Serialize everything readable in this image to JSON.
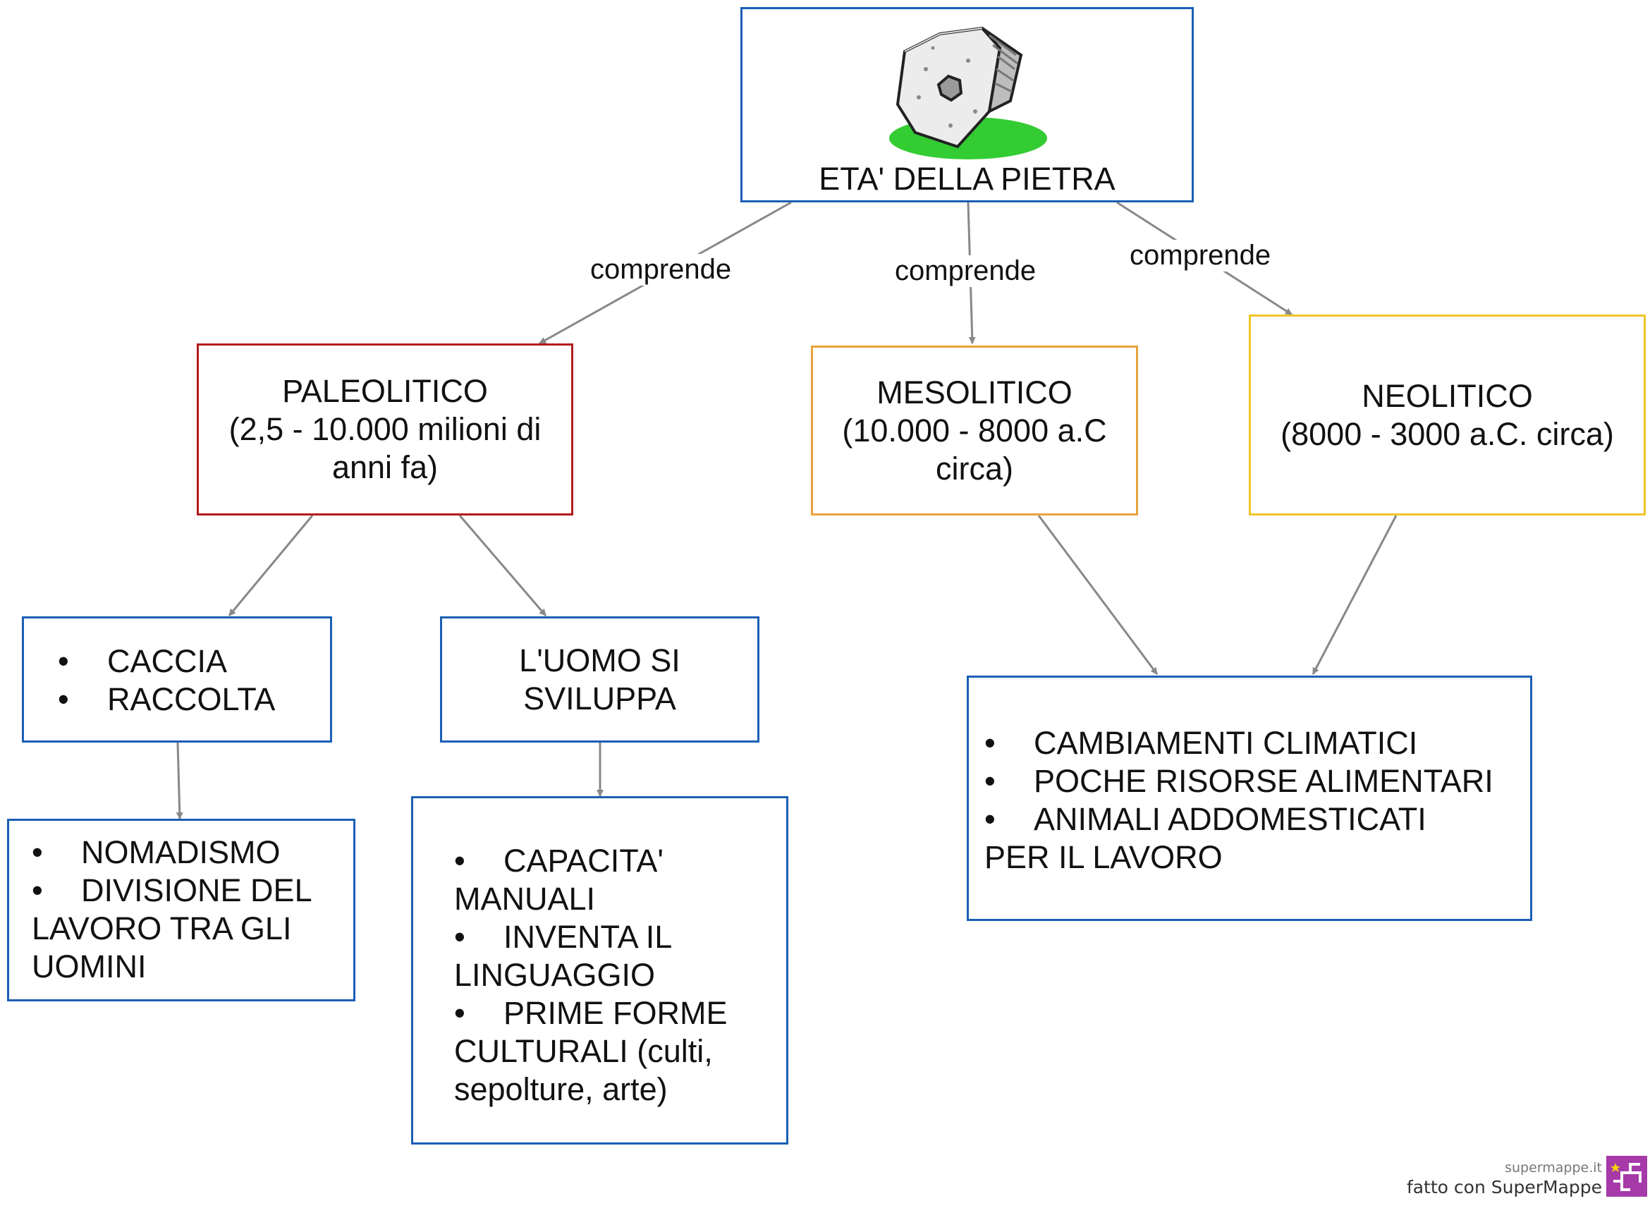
{
  "root": {
    "title": "ETA' DELLA PIETRA"
  },
  "edge_labels": [
    "comprende",
    "comprende",
    "comprende"
  ],
  "periods": [
    {
      "lines": [
        "PALEOLITICO",
        "(2,5 - 10.000 milioni di",
        "anni fa)"
      ]
    },
    {
      "lines": [
        "MESOLITICO",
        "(10.000 - 8000 a.C",
        "circa)"
      ]
    },
    {
      "lines": [
        "NEOLITICO",
        "(8000 - 3000 a.C. circa)"
      ]
    }
  ],
  "activities": {
    "items": [
      "CACCIA",
      "RACCOLTA"
    ],
    "bullet": "•"
  },
  "development": {
    "lines": [
      "L'UOMO SI",
      "SVILUPPA"
    ]
  },
  "nomadism": {
    "lines": [
      {
        "bullet": "•",
        "text": "NOMADISMO"
      },
      {
        "bullet": "•",
        "text": "DIVISIONE DEL"
      },
      {
        "bullet": "",
        "text": "LAVORO TRA GLI"
      },
      {
        "bullet": "",
        "text": "UOMINI"
      }
    ]
  },
  "abilities": {
    "lines": [
      {
        "bullet": "•",
        "text": "CAPACITA'"
      },
      {
        "bullet": "",
        "text": "MANUALI"
      },
      {
        "bullet": "•",
        "text": "INVENTA IL"
      },
      {
        "bullet": "",
        "text": "LINGUAGGIO"
      },
      {
        "bullet": "•",
        "text": "PRIME FORME"
      },
      {
        "bullet": "",
        "text": "CULTURALI (culti,"
      },
      {
        "bullet": "",
        "text": "sepolture, arte)"
      }
    ]
  },
  "changes": {
    "lines": [
      {
        "bullet": "•",
        "text": "CAMBIAMENTI CLIMATICI"
      },
      {
        "bullet": "•",
        "text": "POCHE RISORSE ALIMENTARI"
      },
      {
        "bullet": "•",
        "text": "ANIMALI ADDOMESTICATI"
      },
      {
        "bullet": "",
        "text": "PER IL LAVORO"
      }
    ]
  },
  "footer": {
    "small": "supermappe.it",
    "main": "fatto con SuperMappe"
  },
  "colors": {
    "blue": "#1b5fb5",
    "red": "#b31b1b",
    "orange": "#e8a23b",
    "yellow": "#f0c42a",
    "arrow": "#888888",
    "grass": "#33cc33",
    "brand": "#a53aa8"
  }
}
